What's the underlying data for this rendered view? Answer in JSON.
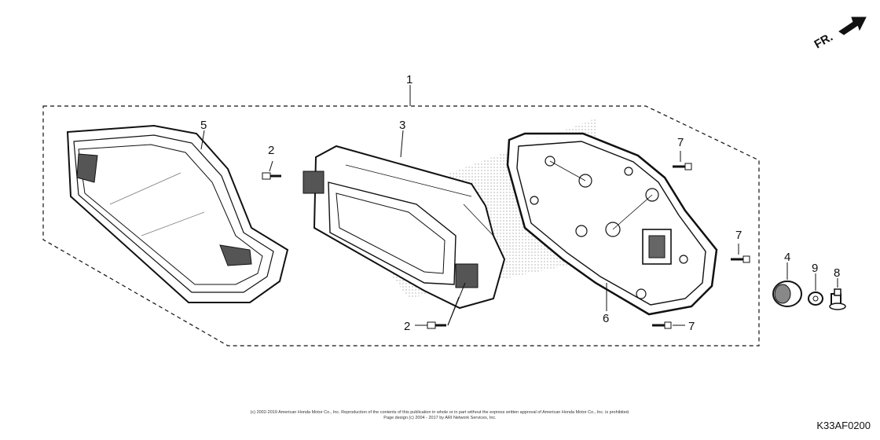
{
  "callouts": {
    "c1": "1",
    "c2a": "2",
    "c2b": "2",
    "c3": "3",
    "c4": "4",
    "c5": "5",
    "c6": "6",
    "c7a": "7",
    "c7b": "7",
    "c7c": "7",
    "c8": "8",
    "c9": "9"
  },
  "direction_marker": "FR.",
  "figure_code": "K33AF0200",
  "copyright": {
    "line1": "(c) 2002-2019 American Honda Motor Co., Inc. Reproduction of the contents of this publication in whole or in part without the express written approval of American Honda Motor Co., Inc. is prohibited.",
    "line2": "Page design (c) 2004 - 2017 by ARI Network Services, Inc."
  },
  "colors": {
    "line": "#111111",
    "stipple": "#999999"
  }
}
